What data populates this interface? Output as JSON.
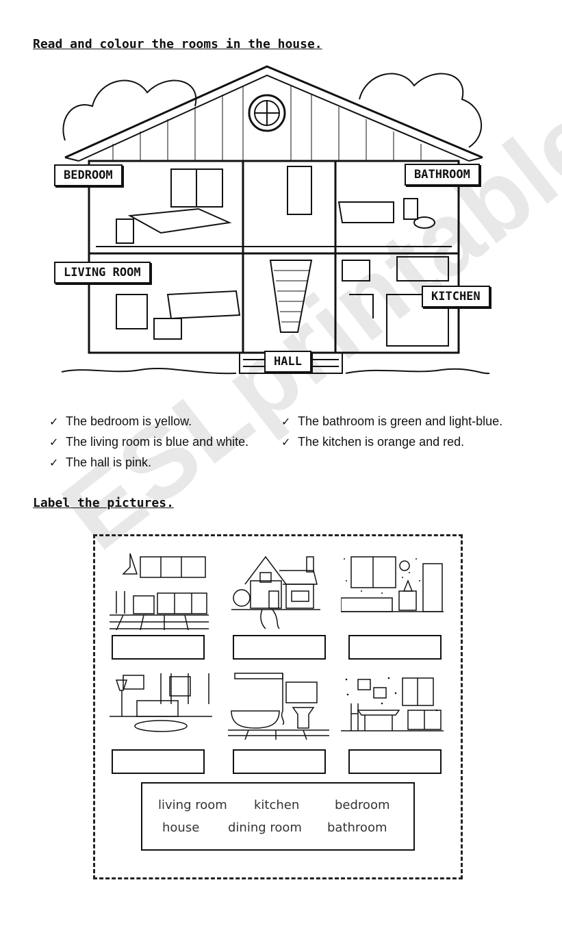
{
  "watermark": "ESLprintables.com",
  "section1": {
    "heading": "Read and colour the rooms in the house.",
    "room_labels": {
      "bedroom": "BEDROOM",
      "bathroom": "BATHROOM",
      "living_room": "LIVING ROOM",
      "kitchen": "KITCHEN",
      "hall": "HALL"
    },
    "check_mark": "✓",
    "statements_left": [
      "The bedroom is yellow.",
      "The living room is blue and white.",
      "The hall is pink."
    ],
    "statements_right": [
      "The bathroom is green and light-blue.",
      "The kitchen is orange and red."
    ]
  },
  "section2": {
    "heading": "Label the pictures.",
    "pictures": [
      "kitchen-picture",
      "house-picture",
      "bedroom-picture",
      "living-room-picture",
      "bathroom-picture",
      "dining-room-picture"
    ],
    "word_bank": {
      "row1": [
        "living room",
        "kitchen",
        "bedroom"
      ],
      "row2": [
        "house",
        "dining room",
        "bathroom"
      ]
    }
  }
}
